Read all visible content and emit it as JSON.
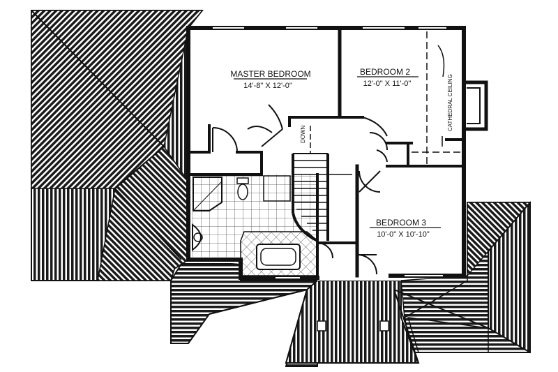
{
  "plan": {
    "rooms": [
      {
        "name": "MASTER BEDROOM",
        "dims": "14'-8\" X 12'-0\""
      },
      {
        "name": "BEDROOM 2",
        "dims": "12'-0\" X 11'-0\""
      },
      {
        "name": "BEDROOM 3",
        "dims": "10'-0\" X 10'-10\""
      }
    ],
    "stair_label": "DOWN",
    "ceiling_note": "CATHEDRAL CEILING"
  },
  "colors": {
    "line": "#111111",
    "roof_stripe": "#1a1a1a",
    "background": "#ffffff"
  }
}
